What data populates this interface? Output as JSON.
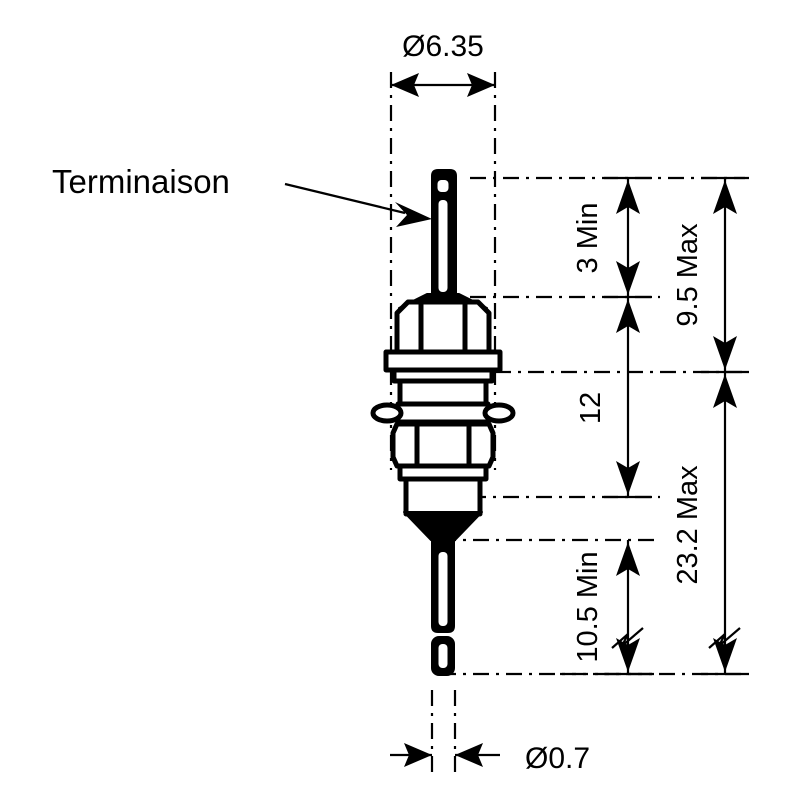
{
  "drawing": {
    "title": "Terminaison",
    "units_note": "",
    "line_color": "#000000",
    "background_color": "#ffffff",
    "callouts": [
      {
        "id": "terminaison",
        "label": "Terminaison",
        "target": "top-terminal-pin"
      }
    ],
    "dimensions": {
      "top_diameter": {
        "label": "Ø6.35",
        "orientation": "horizontal",
        "position": "top",
        "value": 6.35,
        "symbol": "diameter"
      },
      "bottom_diameter": {
        "label": "Ø0.7",
        "orientation": "horizontal",
        "position": "bottom",
        "value": 0.7,
        "symbol": "diameter"
      },
      "top_lead": {
        "label": "3 Min",
        "orientation": "vertical",
        "value": 3,
        "qualifier": "Min"
      },
      "body_length": {
        "label": "12",
        "orientation": "vertical",
        "value": 12,
        "qualifier": ""
      },
      "bottom_lead": {
        "label": "10.5 Min",
        "orientation": "vertical",
        "value": 10.5,
        "qualifier": "Min"
      },
      "upper_overall": {
        "label": "9.5 Max",
        "orientation": "vertical",
        "value": 9.5,
        "qualifier": "Max"
      },
      "lower_overall": {
        "label": "23.2 Max",
        "orientation": "vertical",
        "value": 23.2,
        "qualifier": "Max"
      }
    },
    "part": {
      "name": "threaded-feedthrough-terminal",
      "features": [
        "top-terminal-pin",
        "top-eyelet",
        "upper-cone",
        "hex-cap",
        "upper-flange-washer",
        "upper-thread",
        "tab-washer",
        "hex-nut",
        "lower-thread",
        "lower-cone",
        "bottom-terminal-pin",
        "bottom-pin-tail"
      ]
    }
  }
}
